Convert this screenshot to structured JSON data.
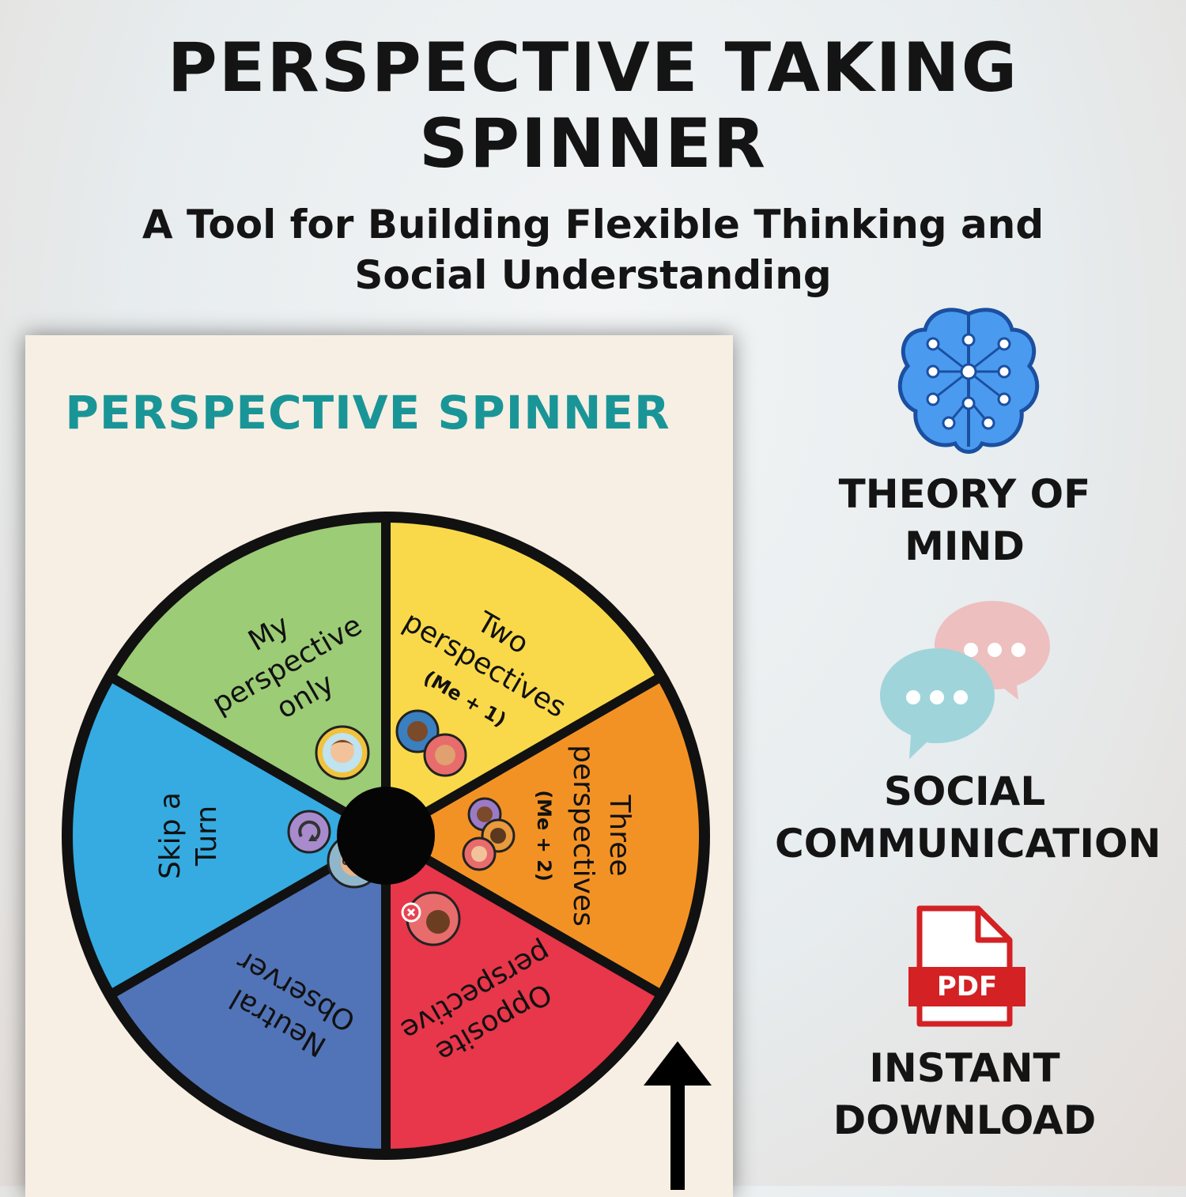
{
  "header": {
    "title_line1": "PERSPECTIVE TAKING",
    "title_line2": "SPINNER",
    "subtitle_line1": "A Tool for Building Flexible Thinking and",
    "subtitle_line2": "Social Understanding"
  },
  "card": {
    "title": "PERSPECTIVE SPINNER",
    "segments": [
      {
        "lines": [
          "My",
          "perspective",
          "only"
        ],
        "color": "#9ccc75"
      },
      {
        "lines": [
          "Two",
          "perspectives",
          "(Me + 1)"
        ],
        "color": "#f9d94a"
      },
      {
        "lines": [
          "Three",
          "perspectives",
          "(Me + 2)"
        ],
        "color": "#f39224"
      },
      {
        "lines": [
          "Opposite",
          "perspective"
        ],
        "color": "#e8364a"
      },
      {
        "lines": [
          "Neutral",
          "Observer"
        ],
        "color": "#5173b8"
      },
      {
        "lines": [
          "Skip a",
          "Turn"
        ],
        "color": "#35abe1"
      }
    ],
    "pointer_icon": "arrow-up-icon"
  },
  "features": [
    {
      "icon": "brain-network-icon",
      "line1": "THEORY OF",
      "line2": "MIND"
    },
    {
      "icon": "speech-bubbles-icon",
      "line1": "SOCIAL",
      "line2": "COMMUNICATION"
    },
    {
      "icon": "pdf-file-icon",
      "line1": "INSTANT",
      "line2": "DOWNLOAD",
      "icon_text": "PDF"
    }
  ],
  "colors": {
    "accent_teal": "#1a9597",
    "brain_blue": "#4a9bef",
    "bubble_pink": "#eebfbf",
    "bubble_teal": "#9fd5da",
    "pdf_red": "#d32124"
  }
}
